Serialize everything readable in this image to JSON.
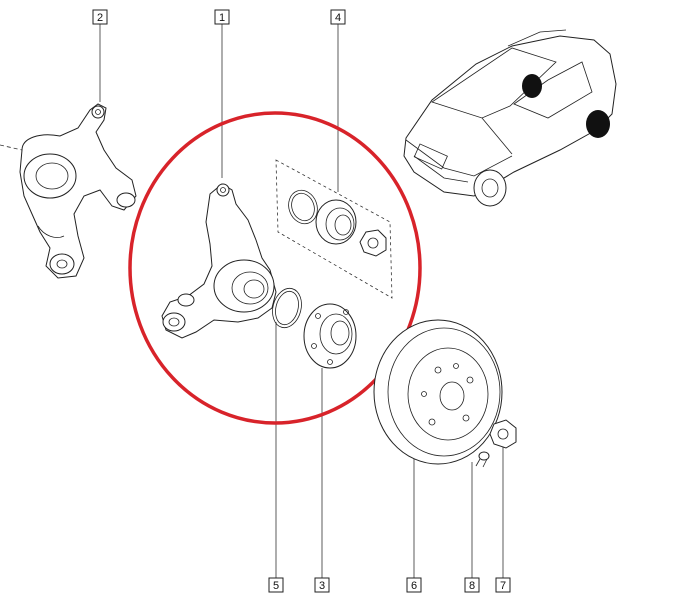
{
  "callouts": [
    {
      "id": "1",
      "label": "1"
    },
    {
      "id": "2",
      "label": "2"
    },
    {
      "id": "3",
      "label": "3"
    },
    {
      "id": "4",
      "label": "4"
    },
    {
      "id": "5",
      "label": "5"
    },
    {
      "id": "6",
      "label": "6"
    },
    {
      "id": "7",
      "label": "7"
    },
    {
      "id": "8",
      "label": "8"
    }
  ],
  "colors": {
    "highlight_circle": "#d8232a",
    "line": "#222222",
    "background": "#ffffff"
  }
}
